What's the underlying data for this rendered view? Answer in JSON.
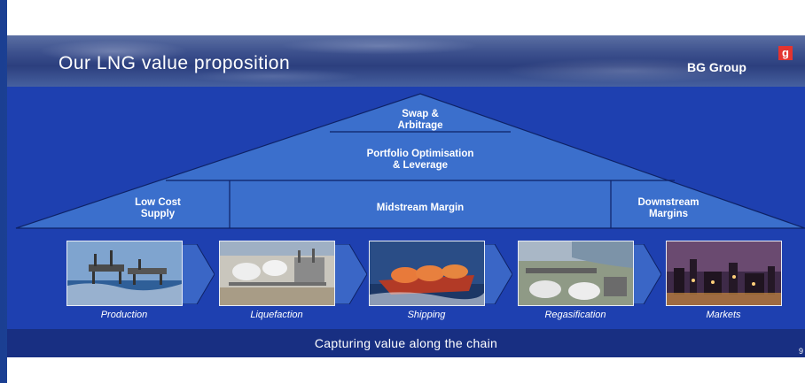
{
  "slide": {
    "title": "Our LNG value proposition",
    "logo_text": "BG Group",
    "logo_mark": "g",
    "footer": "Capturing value along the chain",
    "footer_mark": "9"
  },
  "pyramid": {
    "apex": "Swap &\nArbitrage",
    "middle": "Portfolio Optimisation\n& Leverage",
    "base": [
      "Low Cost\nSupply",
      "Midstream Margin",
      "Downstream\nMargins"
    ]
  },
  "chain": [
    {
      "label": "Production",
      "icon": "offshore-platform-photo"
    },
    {
      "label": "Liquefaction",
      "icon": "liquefaction-plant-photo"
    },
    {
      "label": "Shipping",
      "icon": "lng-tanker-photo"
    },
    {
      "label": "Regasification",
      "icon": "regasification-terminal-photo"
    },
    {
      "label": "Markets",
      "icon": "city-night-photo"
    }
  ],
  "colors": {
    "background": "#1e40b0",
    "pyramid_fill": "#3b6fcc",
    "pyramid_line": "#0e2266",
    "footer": "#182f82",
    "logo_red": "#e3342f"
  }
}
